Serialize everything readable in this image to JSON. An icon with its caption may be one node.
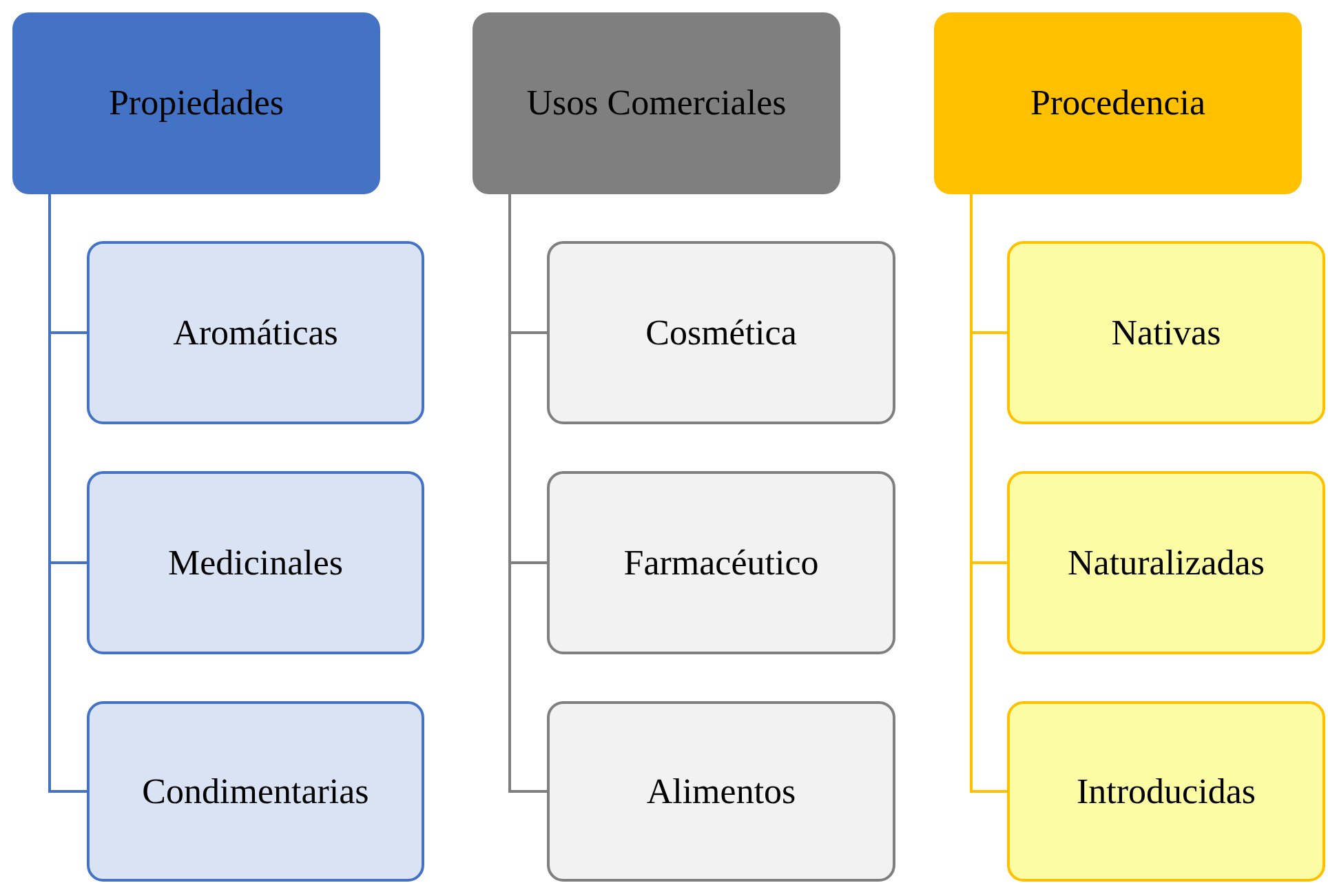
{
  "diagram": {
    "nodes": [
      {
        "text": [
          "Propiedades"
        ]
      },
      {
        "text": [
          "Aromáticas"
        ]
      },
      {
        "text": [
          "Medicinales"
        ]
      },
      {
        "text": [
          "Condimentarias"
        ]
      },
      {
        "text": [
          "Usos Comerciales"
        ]
      },
      {
        "text": [
          "Cosmética"
        ]
      },
      {
        "text": [
          "Farmacéutico"
        ]
      },
      {
        "text": [
          "Alimentos"
        ]
      },
      {
        "text": [
          "Procedencia"
        ]
      },
      {
        "text": [
          "Nativas"
        ]
      },
      {
        "text": [
          "Naturalizadas"
        ]
      },
      {
        "text": [
          "Introducidas"
        ]
      }
    ],
    "edges": [
      {
        "from": 0,
        "to": 1,
        "arrow": "none",
        "color": "#4472c4"
      },
      {
        "from": 0,
        "to": 2,
        "arrow": "none",
        "color": "#4472c4"
      },
      {
        "from": 0,
        "to": 3,
        "arrow": "none",
        "color": "#4472c4"
      },
      {
        "from": 4,
        "to": 5,
        "arrow": "none",
        "color": "#7f7f7f"
      },
      {
        "from": 4,
        "to": 6,
        "arrow": "none",
        "color": "#7f7f7f"
      },
      {
        "from": 4,
        "to": 7,
        "arrow": "none",
        "color": "#7f7f7f"
      },
      {
        "from": 8,
        "to": 9,
        "arrow": "none",
        "color": "#ffc000"
      },
      {
        "from": 8,
        "to": 10,
        "arrow": "none",
        "color": "#ffc000"
      },
      {
        "from": 8,
        "to": 11,
        "arrow": "none",
        "color": "#ffc000"
      }
    ]
  }
}
